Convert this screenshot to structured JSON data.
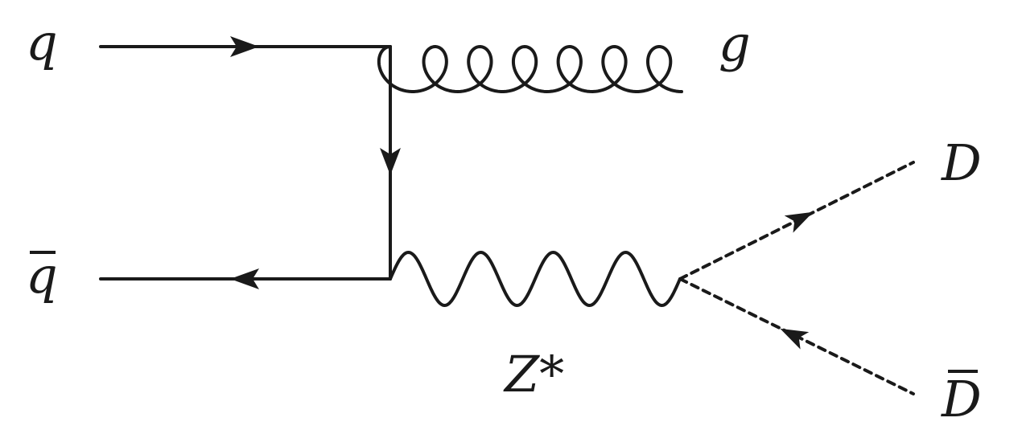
{
  "labels": {
    "quark": "q",
    "antiquark": "q",
    "gluon": "g",
    "z_boson": "Z*",
    "d_particle": "D",
    "d_antiparticle": "D"
  },
  "colors": {
    "line": "#1a1a1a",
    "background": "#ffffff"
  }
}
